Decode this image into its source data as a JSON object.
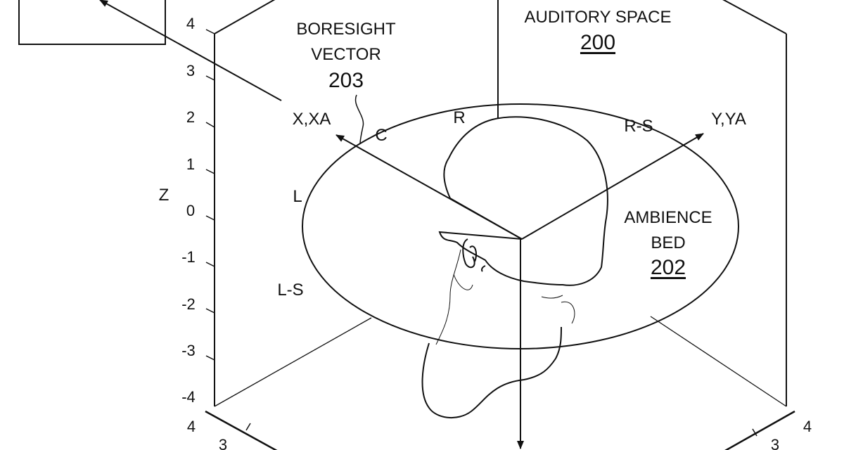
{
  "labels": {
    "boresight_line1": "BORESIGHT",
    "boresight_line2": "VECTOR",
    "boresight_ref": "203",
    "auditory_space": "AUDITORY SPACE",
    "auditory_space_ref": "200",
    "ambience_line1": "AMBIENCE",
    "ambience_line2": "BED",
    "ambience_ref": "202",
    "x_axis": "X,XA",
    "y_axis": "Y,YA",
    "z_axis": "Z",
    "center": "C",
    "right": "R",
    "right_surround": "R-S",
    "left": "L",
    "left_surround": "L-S"
  },
  "z_ticks": [
    "4",
    "3",
    "2",
    "1",
    "0",
    "-1",
    "-2",
    "-3",
    "-4"
  ],
  "bottom_ticks_left": [
    "4",
    "3"
  ],
  "bottom_ticks_right": [
    "4",
    "3"
  ]
}
